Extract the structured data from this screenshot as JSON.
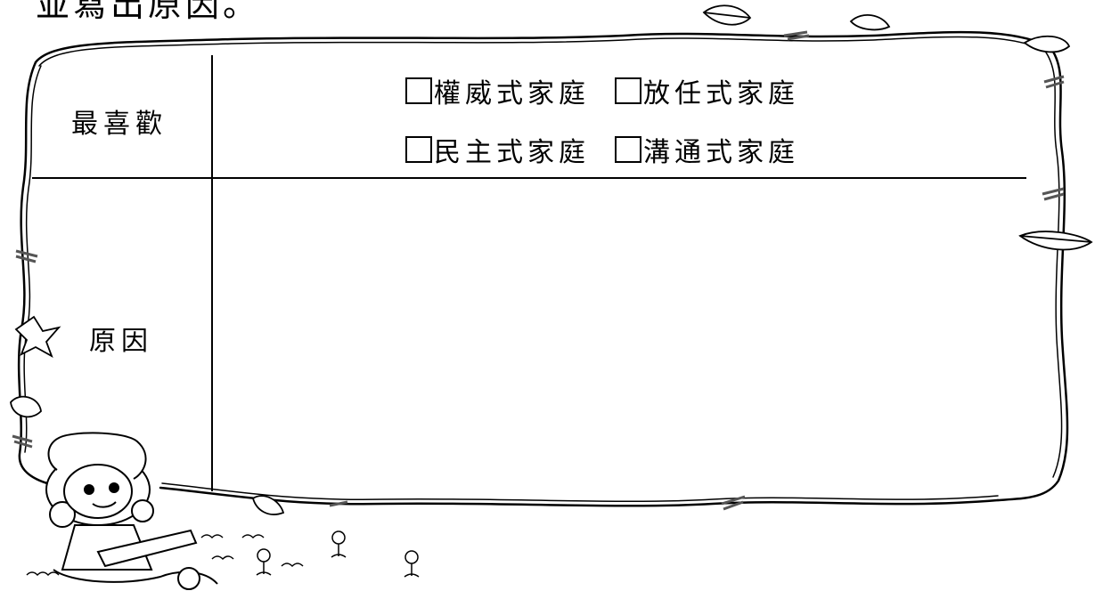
{
  "page": {
    "heading": "並寫出原因。"
  },
  "table": {
    "row1_label": "最喜歡",
    "row2_label": "原因",
    "options": [
      {
        "label": "權威式家庭"
      },
      {
        "label": "放任式家庭"
      },
      {
        "label": "民主式家庭"
      },
      {
        "label": "溝通式家庭"
      }
    ],
    "reason_answer": ""
  },
  "decoration": {
    "frame_style": "hand-drawn vine border with leaves",
    "illustration": "girl-writing-on-tablet"
  },
  "colors": {
    "ink": "#000000",
    "leaf_hatch": "#555555",
    "background": "#ffffff"
  }
}
